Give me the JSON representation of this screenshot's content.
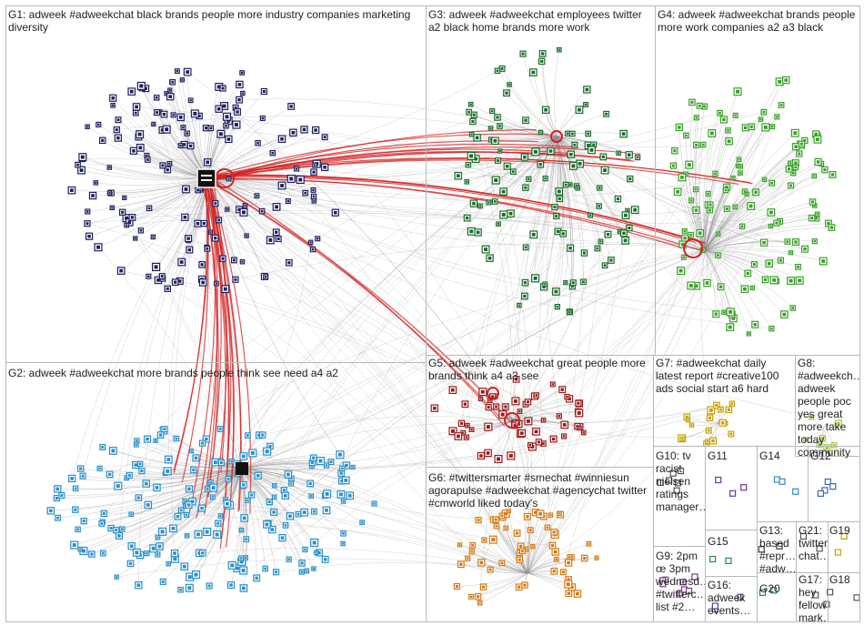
{
  "groups": [
    {
      "id": "g1",
      "label": "G1: adweek #adweekchat black brands people more industry companies marketing diversity",
      "color": "#1f1f5e"
    },
    {
      "id": "g2",
      "label": "G2: adweek #adweekchat more brands people think see need a4 a2",
      "color": "#2a8fc7"
    },
    {
      "id": "g3",
      "label": "G3: adweek #adweekchat employees twitter a2 black home brands more work",
      "color": "#1a6b2a"
    },
    {
      "id": "g4",
      "label": "G4: adweek #adweekchat brands people more work companies a2 a3 black",
      "color": "#3aa02a"
    },
    {
      "id": "g5",
      "label": "G5: adweek #adweekchat great people more brands think a4 a3 see",
      "color": "#9a1b1b"
    },
    {
      "id": "g6",
      "label": "G6: #twittersmarter #smechat #winniesun agorapulse #adweekchat #agencychat twitter #cmworld liked today's",
      "color": "#d47a14"
    },
    {
      "id": "g7",
      "label": "G7: #adweekchat daily latest report #creative100 ads social start a6 hard",
      "color": "#c8a000"
    },
    {
      "id": "g8",
      "label": "G8: #adweekch… adweek people poc yes great more take today community",
      "color": "#9acd32"
    },
    {
      "id": "g9",
      "label": "G9: 2pm œ 3pm wednesd… #twitterc… list #2…",
      "color": "#7a3a8a"
    },
    {
      "id": "g10",
      "label": "G10: tv racist nielsen ratings manager…",
      "color": "#555555"
    },
    {
      "id": "g11",
      "label": "G11",
      "color": "#6a3aa0"
    },
    {
      "id": "g12",
      "label": "G12",
      "color": "#3a6aa0"
    },
    {
      "id": "g13",
      "label": "G13: based #repr… #adw…",
      "color": "#3a3a3a"
    },
    {
      "id": "g14",
      "label": "G14",
      "color": "#2a8fc7"
    },
    {
      "id": "g15",
      "label": "G15",
      "color": "#2a8a4a"
    },
    {
      "id": "g16",
      "label": "G16: adweek events…",
      "color": "#4a4aa0"
    },
    {
      "id": "g17",
      "label": "G17: hey fellow mark…",
      "color": "#555555"
    },
    {
      "id": "g18",
      "label": "G18",
      "color": "#555555"
    },
    {
      "id": "g19",
      "label": "G19",
      "color": "#c8a000"
    },
    {
      "id": "g20",
      "label": "G20",
      "color": "#2a8a4a"
    },
    {
      "id": "g21",
      "label": "G21: twitter chat…",
      "color": "#555555"
    }
  ],
  "edge_colors": {
    "plain": "#8c8c8c",
    "highlight": "#d42020"
  },
  "hub_icon": "adweek-logo-icon"
}
